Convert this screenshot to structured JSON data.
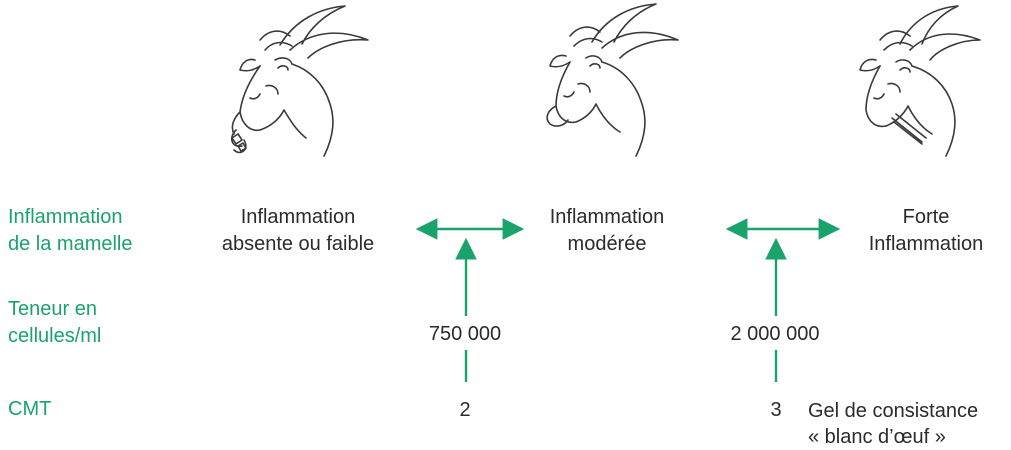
{
  "rows": {
    "inflammation_label": [
      "Inflammation",
      "de la mamelle"
    ],
    "cells_label": [
      "Teneur en",
      "cellules/ml"
    ],
    "cmt_label": "CMT"
  },
  "states": [
    [
      "Inflammation",
      "absente ou faible"
    ],
    [
      "Inflammation",
      "modérée"
    ],
    [
      "Forte",
      "Inflammation"
    ]
  ],
  "thresholds": {
    "cells": [
      "750 000",
      "2 000 000"
    ],
    "cmt": [
      "2",
      "3"
    ]
  },
  "cmt_note": [
    "Gel de consistance",
    "« blanc d’œuf »"
  ],
  "colors": {
    "accent": "#1aa36a",
    "text": "#2b2b2b",
    "ink": "#3a3a3a"
  },
  "illustrations": [
    "goat-head-calm-icon",
    "goat-head-moderate-icon",
    "goat-head-strong-icon"
  ]
}
